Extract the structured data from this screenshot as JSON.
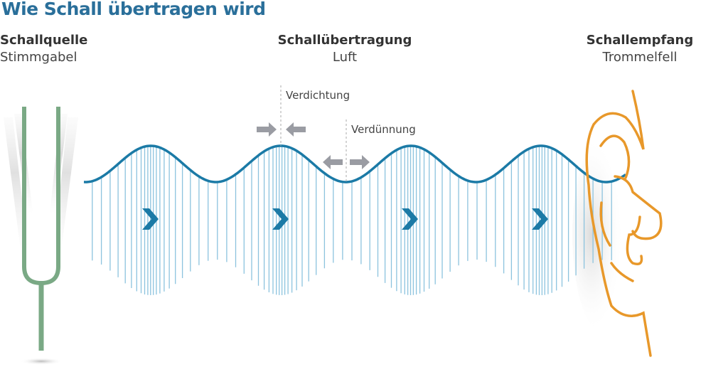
{
  "title": "Wie Schall übertragen wird",
  "sections": {
    "source": {
      "heading": "Schallquelle",
      "sub": "Stimmgabel"
    },
    "transmission": {
      "heading": "Schallübertragung",
      "sub": "Luft"
    },
    "reception": {
      "heading": "Schallempfang",
      "sub": "Trommelfell"
    }
  },
  "annotations": {
    "compression": "Verdichtung",
    "rarefaction": "Verdünnung"
  },
  "colors": {
    "title": "#2a6f9a",
    "wave": "#1b7aa6",
    "lines": "#8cc3de",
    "fork": "#7aa985",
    "ear": "#e8982a",
    "arrows": "#9a9ca3",
    "chevron": "#1b7aa6"
  }
}
